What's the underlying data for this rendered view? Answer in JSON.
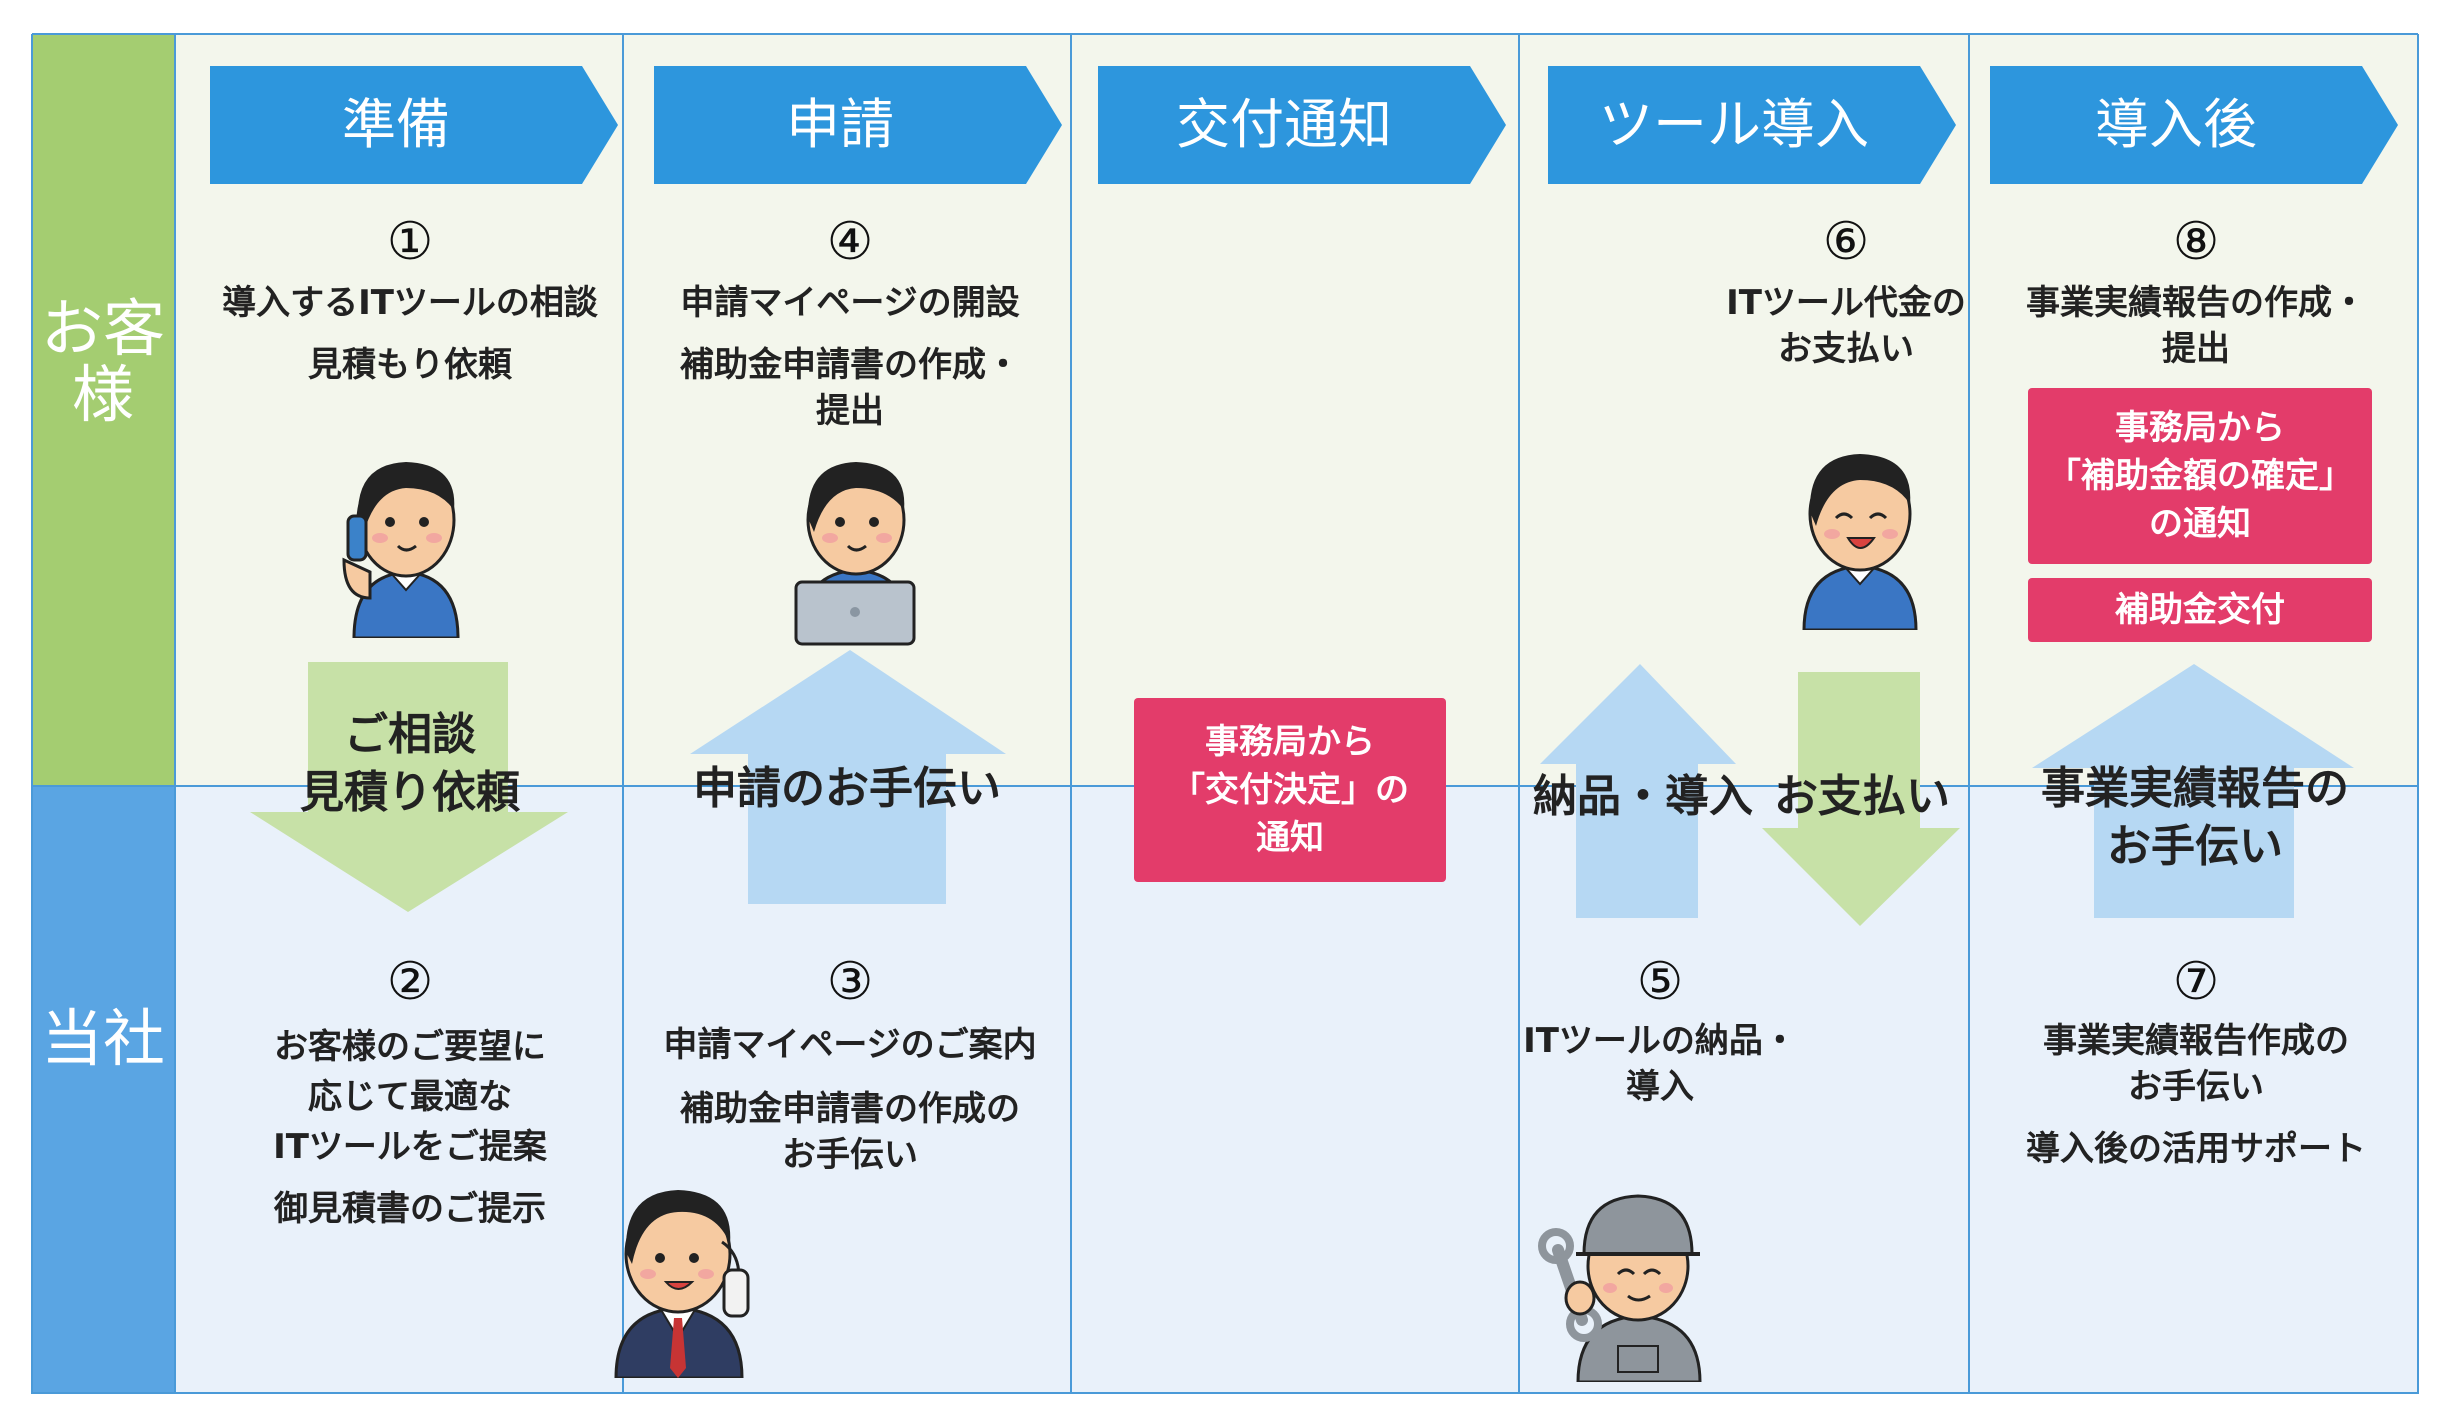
{
  "rows": {
    "customer": "お客様",
    "company": "当社"
  },
  "colors": {
    "header_blue": "#2d96dd",
    "green_arrow": "#c7e1a7",
    "blue_arrow": "#b6d8f3",
    "pink_box": "#e33c6a"
  },
  "columns": [
    {
      "header": "準備"
    },
    {
      "header": "申請"
    },
    {
      "header": "交付通知"
    },
    {
      "header": "ツール導入"
    },
    {
      "header": "導入後"
    }
  ],
  "steps": {
    "s1": {
      "num": "①",
      "lines": [
        "導入するITツールの相談",
        "見積もり依頼"
      ]
    },
    "s2": {
      "num": "②",
      "lines": [
        "お客様のご要望に",
        "応じて最適な",
        "ITツールをご提案",
        "御見積書のご提示"
      ]
    },
    "s3": {
      "num": "③",
      "lines": [
        "申請マイページのご案内",
        "補助金申請書の作成の",
        "お手伝い"
      ]
    },
    "s4": {
      "num": "④",
      "lines": [
        "申請マイページの開設",
        "補助金申請書の作成・",
        "提出"
      ]
    },
    "s5": {
      "num": "⑤",
      "lines": [
        "ITツールの納品・",
        "導入"
      ]
    },
    "s6": {
      "num": "⑥",
      "lines": [
        "ITツール代金の",
        "お支払い"
      ]
    },
    "s7": {
      "num": "⑦",
      "lines": [
        "事業実績報告作成の",
        "お手伝い",
        "導入後の活用サポート"
      ]
    },
    "s8": {
      "num": "⑧",
      "lines": [
        "事業実績報告の作成・",
        "提出"
      ]
    }
  },
  "arrows": {
    "consult": [
      "ご相談",
      "見積り依頼"
    ],
    "apply_help": "申請のお手伝い",
    "delivery": "納品・導入",
    "payment": "お支払い",
    "report_help": [
      "事業実績報告の",
      "お手伝い"
    ]
  },
  "boxes": {
    "grant_decision": [
      "事務局から",
      "「交付決定」の",
      "通知"
    ],
    "amount_confirm": [
      "事務局から",
      "「補助金額の確定」",
      "の通知"
    ],
    "grant_payment": "補助金交付"
  },
  "illustrations": [
    "customer-on-phone",
    "customer-at-laptop",
    "staff-on-phone",
    "customer-smiling",
    "technician-with-wrench"
  ]
}
